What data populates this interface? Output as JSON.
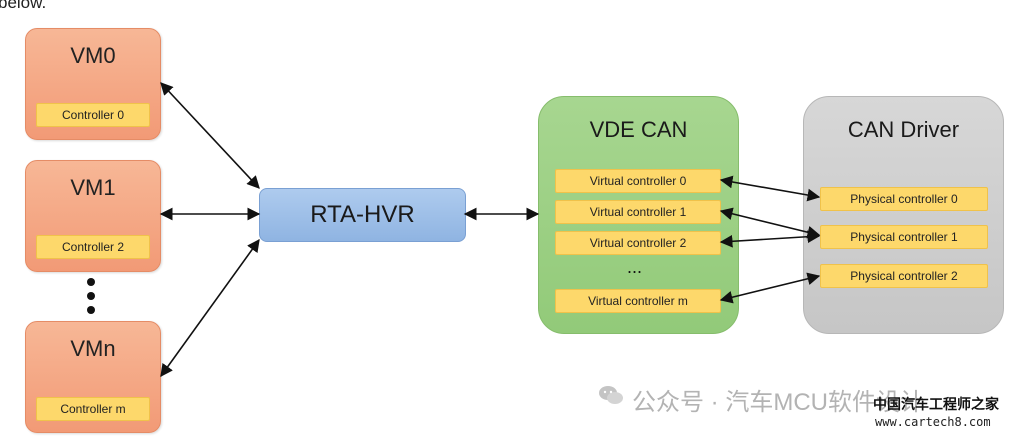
{
  "intro_text": "below.",
  "vms": [
    {
      "title": "VM0",
      "controller": "Controller 0"
    },
    {
      "title": "VM1",
      "controller": "Controller 2"
    },
    {
      "title": "VMn",
      "controller": "Controller m"
    }
  ],
  "hypervisor": {
    "label": "RTA-HVR"
  },
  "vde_can": {
    "title": "VDE CAN",
    "controllers": [
      "Virtual controller 0",
      "Virtual controller 1",
      "Virtual controller 2"
    ],
    "ellipsis": "...",
    "last_controller": "Virtual controller m"
  },
  "can_driver": {
    "title": "CAN Driver",
    "controllers": [
      "Physical controller 0",
      "Physical controller 1",
      "Physical controller 2"
    ]
  },
  "watermark": {
    "text": "公众号 · 汽车MCU软件设计",
    "brand": "中国汽车工程师之家",
    "url": "www.cartech8.com"
  },
  "colors": {
    "vm": "#f4a985",
    "controller": "#fdd86b",
    "hypervisor": "#9fc0e8",
    "vde": "#9ccf84",
    "driver": "#cfcfcf"
  }
}
